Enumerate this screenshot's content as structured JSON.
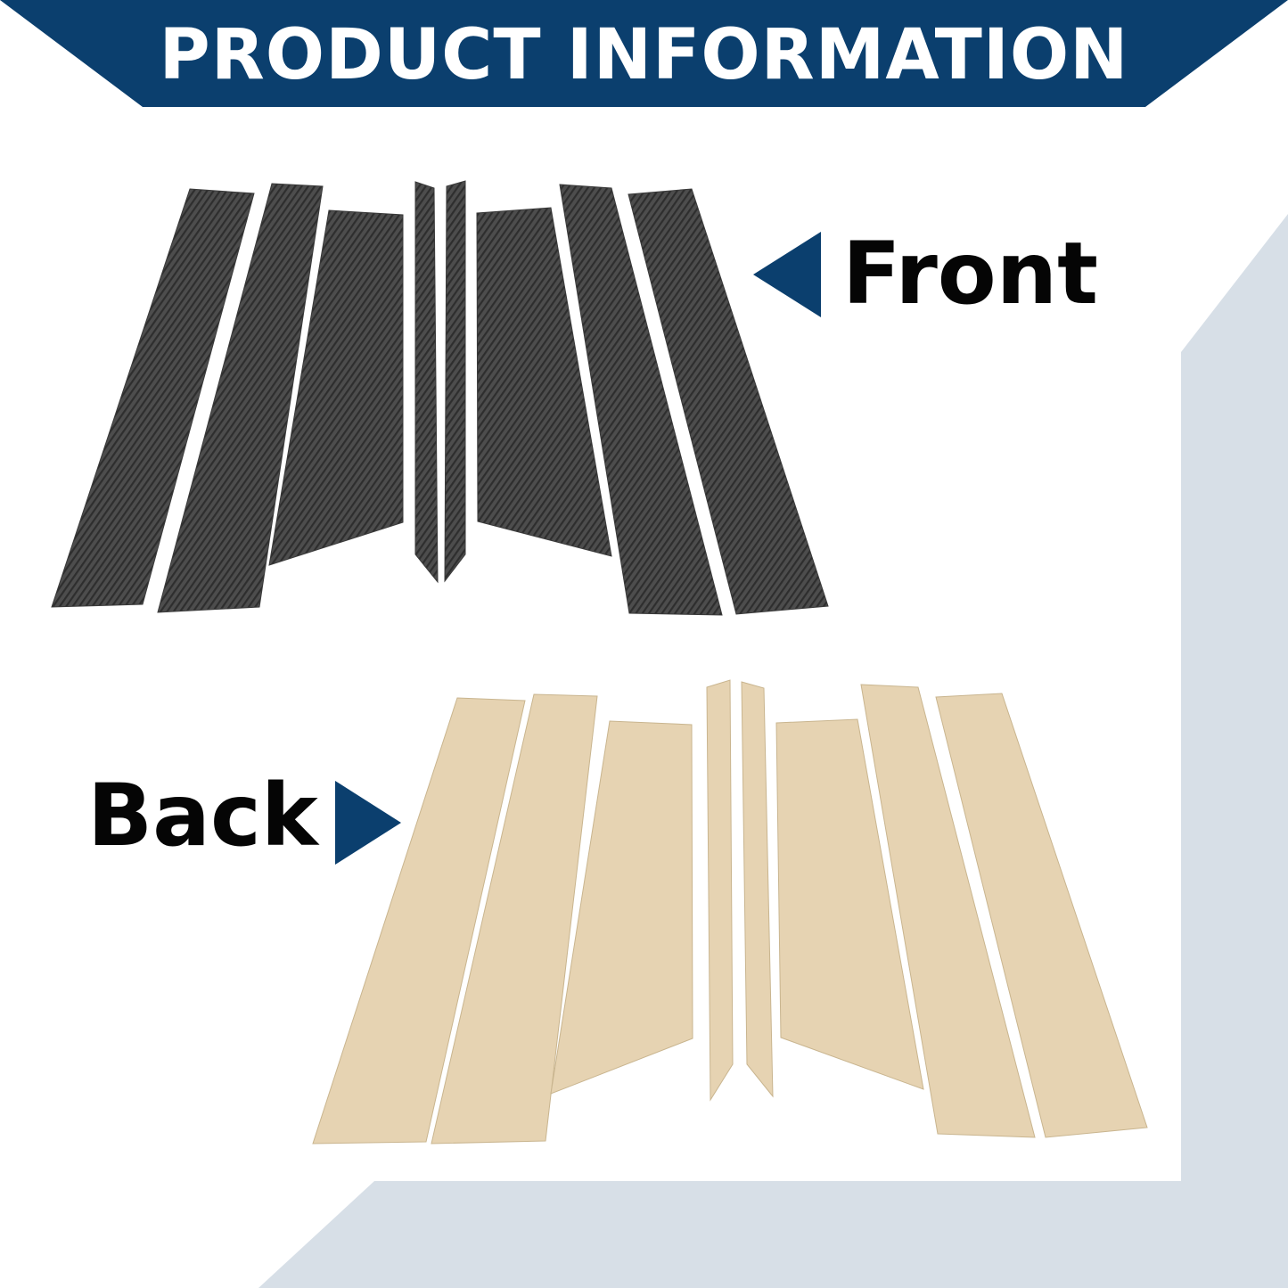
{
  "banner": {
    "title": "PRODUCT INFORMATION"
  },
  "labels": {
    "front": "Front",
    "back": "Back"
  },
  "colors": {
    "banner_navy": "#0b3f6e",
    "arrow_navy": "#0b3f6e",
    "carbon_base": "#4d4d4d",
    "carbon_stripe": "#2e2e2e",
    "backing_tan": "#e6d3b2",
    "backing_outline": "#c9b58f",
    "background_panel": "#d7dfe7",
    "label_text": "#050505"
  },
  "icons": {
    "front_arrow": "triangle-left-icon",
    "back_arrow": "triangle-right-icon"
  },
  "pieces": {
    "front_count": 8,
    "back_count": 8,
    "front_finish": "carbon-fiber",
    "back_finish": "adhesive-backing"
  }
}
